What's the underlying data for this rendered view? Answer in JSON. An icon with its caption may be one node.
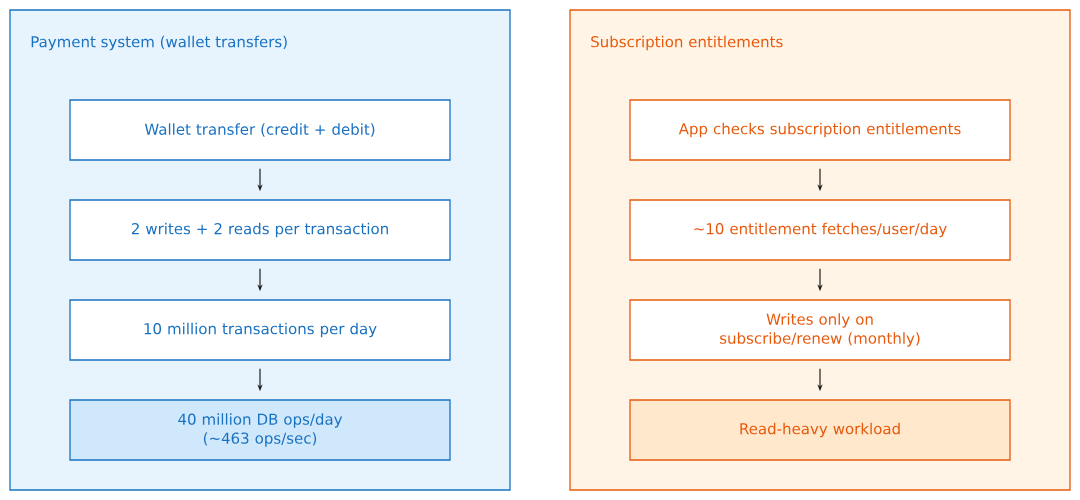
{
  "diagram": {
    "nodes": [
      {
        "text": [
          "Payment system (wallet transfers)"
        ]
      },
      {
        "text": [
          "Wallet transfer (credit + debit)"
        ],
        "in": 0
      },
      {
        "text": [
          "2 writes + 2 reads per transaction"
        ],
        "in": 0
      },
      {
        "text": [
          "10 million transactions per day"
        ],
        "in": 0
      },
      {
        "text": [
          "40 million DB ops/day (~463 ops/sec)"
        ],
        "in": 0
      },
      {
        "text": [
          "Subscription entitlements"
        ]
      },
      {
        "text": [
          "App checks subscription entitlements"
        ],
        "in": 5
      },
      {
        "text": [
          "~10 entitlement fetches/user/day"
        ],
        "in": 5
      },
      {
        "text": [
          "Writes only on subscribe/renew (monthly)"
        ],
        "in": 5
      },
      {
        "text": [
          "Read-heavy workload"
        ],
        "in": 5
      }
    ],
    "edges": [
      {
        "from": 1,
        "to": 2,
        "arrow": "to"
      },
      {
        "from": 2,
        "to": 3,
        "arrow": "to"
      },
      {
        "from": 3,
        "to": 4,
        "arrow": "to"
      },
      {
        "from": 6,
        "to": 7,
        "arrow": "to"
      },
      {
        "from": 7,
        "to": 8,
        "arrow": "to"
      },
      {
        "from": 8,
        "to": 9,
        "arrow": "to"
      }
    ]
  }
}
